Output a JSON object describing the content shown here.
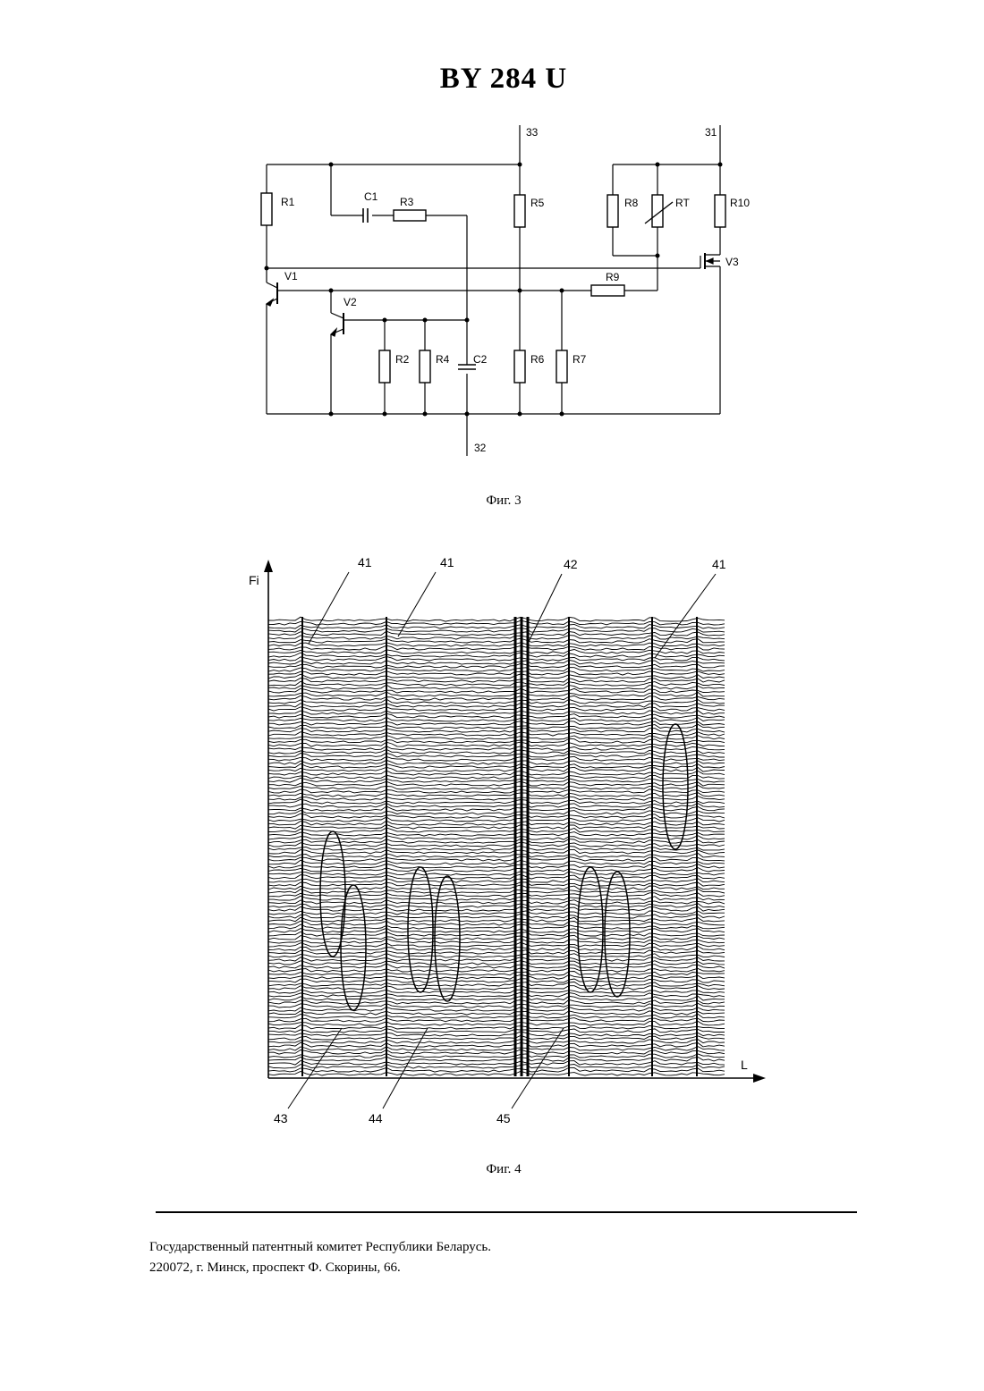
{
  "header": {
    "title": "BY 284 U"
  },
  "figure3": {
    "caption": "Фиг. 3",
    "terminals": {
      "t33": "33",
      "t31": "31",
      "t32": "32"
    },
    "components": {
      "r1": "R1",
      "c1": "C1",
      "r3": "R3",
      "r5": "R5",
      "r8": "R8",
      "rt": "RT",
      "r10": "R10",
      "v3": "V3",
      "v1": "V1",
      "r9": "R9",
      "v2": "V2",
      "r2": "R2",
      "r4": "R4",
      "c2": "C2",
      "r6": "R6",
      "r7": "R7"
    }
  },
  "figure4": {
    "caption": "Фиг. 4",
    "axes": {
      "y": "Fi",
      "x": "L"
    },
    "callouts_top": [
      "41",
      "41",
      "42",
      "41"
    ],
    "callouts_bottom": [
      "43",
      "44",
      "45"
    ]
  },
  "footer": {
    "line1": "Государственный патентный комитет Республики Беларусь.",
    "line2": "220072, г. Минск, проспект Ф. Скорины, 66."
  }
}
